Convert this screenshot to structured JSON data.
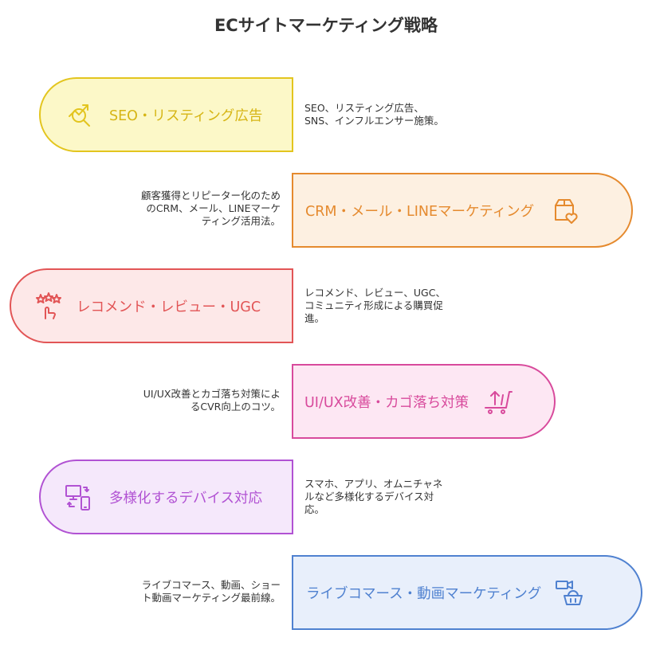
{
  "title": "ECサイトマーケティング戦略",
  "items": [
    {
      "label": "SEO・リスティング広告",
      "description": "SEO、リスティング広告、\nSNS、インフルエンサー施策。",
      "icon": "chart-search-icon",
      "color": "#e3c51e",
      "fill": "#fcf8c8"
    },
    {
      "label": "CRM・メール・LINEマーケティング",
      "description": "顧客獲得とリピーター化のため\nのCRM、メール、LINEマーケ\nティング活用法。",
      "icon": "box-heart-icon",
      "color": "#e58a2e",
      "fill": "#fdf0e1"
    },
    {
      "label": "レコメンド・レビュー・UGC",
      "description": "レコメンド、レビュー、UGC、\nコミュニティ形成による購買促\n進。",
      "icon": "stars-hand-icon",
      "color": "#e25556",
      "fill": "#fde8e8"
    },
    {
      "label": "UI/UX改善・カゴ落ち対策",
      "description": "UI/UX改善とカゴ落ち対策によ\nるCVR向上のコツ。",
      "icon": "cart-arrow-icon",
      "color": "#d84a9c",
      "fill": "#fde7f3"
    },
    {
      "label": "多様化するデバイス対応",
      "description": "スマホ、アプリ、オムニチャネ\nルなど多様化するデバイス対\n応。",
      "icon": "devices-icon",
      "color": "#b152d3",
      "fill": "#f5e8fb"
    },
    {
      "label": "ライブコマース・動画マーケティング",
      "description": "ライブコマース、動画、ショー\nト動画マーケティング最前線。",
      "icon": "camera-basket-icon",
      "color": "#4f81d0",
      "fill": "#e8effb"
    }
  ]
}
